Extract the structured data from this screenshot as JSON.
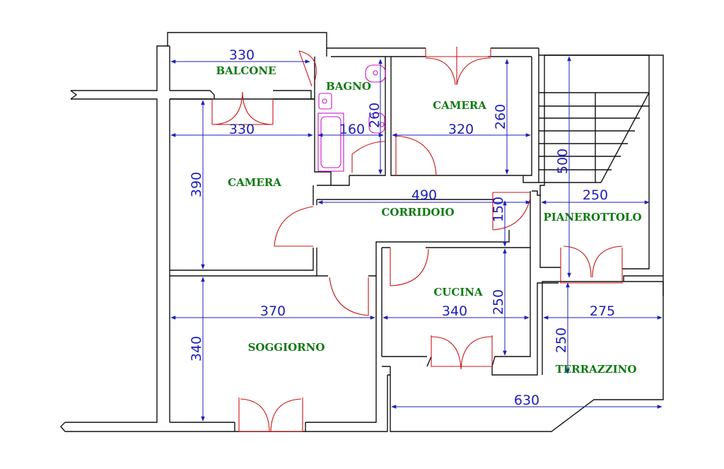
{
  "rooms": {
    "balcone": "BALCONE",
    "bagno": "BAGNO",
    "camera_top": "CAMERA",
    "camera_left": "CAMERA",
    "corridoio": "CORRIDOIO",
    "pianerottolo": "PIANEROTTOLO",
    "cucina": "CUCINA",
    "soggiorno": "SOGGIORNO",
    "terrazzino": "TERRAZZINO"
  },
  "dimensions": {
    "balcone_width": "330",
    "camera_left_width": "330",
    "bagno_width": "160",
    "bagno_height": "260",
    "camera_top_width": "320",
    "camera_top_height": "260",
    "stair_height": "500",
    "camera_left_height": "390",
    "corridoio_width": "490",
    "corridoio_height": "150",
    "pianerottolo_width": "250",
    "soggiorno_width": "370",
    "cucina_width": "340",
    "cucina_height": "250",
    "terrazzino_width": "275",
    "terrazzino_height": "250",
    "soggiorno_height": "340",
    "total_bottom": "630"
  },
  "colors": {
    "walls": "#111111",
    "dimensions": "#1f1fb8",
    "doors": "#c81414",
    "fixtures": "#c814c8",
    "labels": "#0d7a10"
  }
}
